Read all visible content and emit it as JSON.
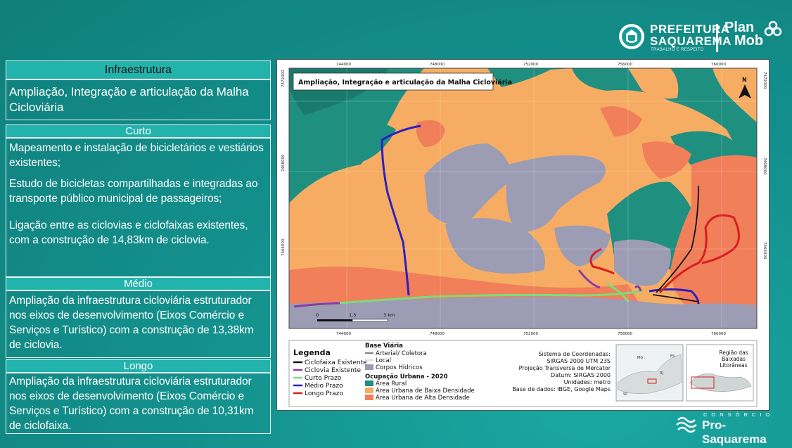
{
  "logos": {
    "prefeitura_line1": "PREFEITURA",
    "prefeitura_line2": "SAQUAREMA",
    "prefeitura_tagline": "TRABALHO E RESPEITO",
    "planmob_line1": "Plan",
    "planmob_line2": "Mob",
    "consorcio_top": "CONSÓRCIO",
    "consorcio_name": "Pro-Saquarema"
  },
  "left_panel": {
    "category": "Infraestrutura",
    "heading": "Ampliação, Integração e articulação da Malha Cicloviária",
    "sections": [
      {
        "label": "Curto",
        "items": [
          "Mapeamento e instalação de bicicletários e vestiários existentes;",
          "Estudo de bicicletas compartilhadas e integradas ao transporte público municipal de passageiros;",
          "Ligação entre as ciclovias e ciclofaixas existentes, com a construção de 14,83km de ciclovia."
        ]
      },
      {
        "label": "Médio",
        "items": [
          "Ampliação da infraestrutura cicloviária estruturador nos eixos de desenvolvimento (Eixos Comércio e Serviços e Turístico) com a construção de 13,38km de ciclovia."
        ]
      },
      {
        "label": "Longo",
        "items": [
          "Ampliação da infraestrutura cicloviária estruturador nos eixos de desenvolvimento (Eixos Comércio e Serviços e Turístico) com a construção de 10,31km de ciclofaixa."
        ]
      }
    ]
  },
  "map": {
    "title": "Ampliação, Integração e articulação da Malha Cicloviária",
    "north_label": "N",
    "top_ticks": [
      "744000",
      "748000",
      "752000",
      "756000",
      "760000"
    ],
    "bottom_ticks": [
      "744000",
      "748000",
      "752000",
      "756000",
      "760000"
    ],
    "left_ticks": [
      "7472000",
      "7468000",
      "7464000"
    ],
    "right_ticks": [
      "7472000",
      "7468000",
      "7464000"
    ],
    "scale": [
      "0",
      "1,5",
      "3 km"
    ],
    "legend": {
      "title": "Legenda",
      "routes": [
        {
          "label": "Ciclofaixa Existente",
          "color": "#111111"
        },
        {
          "label": "Ciclovia Existente",
          "color": "#8b3aa8"
        },
        {
          "label": "Curto Prazo",
          "color": "#7ddc7a"
        },
        {
          "label": "Médio Prazo",
          "color": "#2b1fc4"
        },
        {
          "label": "Longo Prazo",
          "color": "#d81e1e"
        }
      ],
      "base_title": "Base Viária",
      "base": [
        {
          "label": "Arterial/ Coletora"
        },
        {
          "label": "Local"
        },
        {
          "label": "Corpos Hídricos",
          "color": "#9c9cb5"
        }
      ],
      "occupation_title": "Ocupação Urbana - 2020",
      "occupation": [
        {
          "label": "Área Rural",
          "color": "#1f8f80"
        },
        {
          "label": "Área Urbana de Baixa Densidade",
          "color": "#f6ad63"
        },
        {
          "label": "Área Urbana de Alta Densidade",
          "color": "#f07f5a"
        }
      ]
    },
    "info": [
      "Sistema de Coordenadas:",
      "SIRGAS 2000 UTM 23S",
      "Projeção Transversa de Mercator",
      "Datum: SIRGAS 2000",
      "Unidades: metro",
      "Base de dados: IBGE, Google Maps"
    ],
    "inset1_labels": [
      "MG",
      "ES",
      "SP",
      "RJ"
    ],
    "inset2_labels": [
      "Região das",
      "Baixadas",
      "Litorâneas"
    ]
  },
  "colors": {
    "background": "#169d99",
    "panel_header": "#23b3ad",
    "rural": "#1f8f80",
    "low_density": "#f6ad63",
    "high_density": "#f07f5a",
    "water": "#9c9cb5"
  }
}
